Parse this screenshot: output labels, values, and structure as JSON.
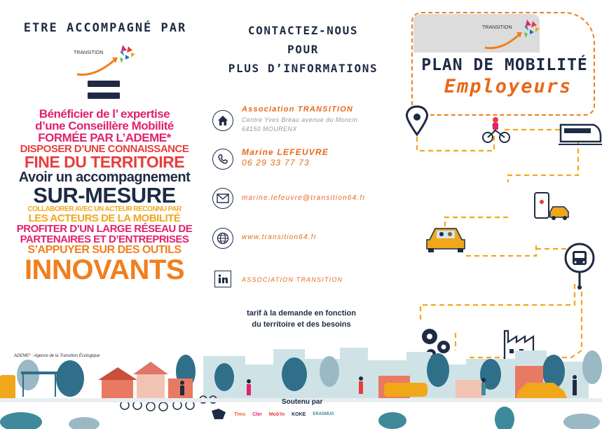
{
  "left": {
    "heading": "ETRE ACCOMPAGNÉ PAR",
    "logo_text": "TRANSITION",
    "benefits": [
      {
        "text": "Bénéficier de  l’ expertise",
        "color": "#e0226f",
        "size": 17
      },
      {
        "text": "d’une Conseillère Mobilité",
        "color": "#e0226f",
        "size": 17
      },
      {
        "text": "FORMÉE PAR L’ADEME*",
        "color": "#e0226f",
        "size": 17
      },
      {
        "text": "DISPOSER D’UNE CONNAISSANCE",
        "color": "#e83d3d",
        "size": 15
      },
      {
        "text": "FINE DU TERRITOIRE",
        "color": "#e83d3d",
        "size": 23
      },
      {
        "text": "Avoir un accompagnement",
        "color": "#1f2a44",
        "size": 20
      },
      {
        "text": "SUR-MESURE",
        "color": "#1f2a44",
        "size": 31
      },
      {
        "text": "COLLABORER AVEC UN ACTEUR RECONNU PAR",
        "color": "#f1a71a",
        "size": 10
      },
      {
        "text": "LES ACTEURS DE LA MOBILITÉ",
        "color": "#f1a71a",
        "size": 15
      },
      {
        "text": "PROFITER D’UN LARGE RÉSEAU DE",
        "color": "#e0226f",
        "size": 15
      },
      {
        "text": "PARTENAIRES ET D’ENTREPRISES",
        "color": "#e0226f",
        "size": 15
      },
      {
        "text": "S’APPUYER SUR DES OUTILS",
        "color": "#f07f1d",
        "size": 16
      },
      {
        "text": "INNOVANTS",
        "color": "#f07f1d",
        "size": 40
      }
    ],
    "ademe_note": "ADEME* : Agence de la Transition Écologique"
  },
  "middle": {
    "heading_lines": [
      "CONTACTEZ-NOUS",
      "POUR",
      "PLUS D’INFORMATIONS"
    ],
    "contacts": [
      {
        "icon": "home-icon",
        "lines": [
          "Association TRANSITION",
          "Centre Yves Bréau avenue du Moncin",
          "64150 MOURENX"
        ]
      },
      {
        "icon": "phone-icon",
        "lines": [
          "Marine LEFEUVRE",
          "06 29 33 77 73"
        ]
      },
      {
        "icon": "mail-icon",
        "lines": [
          "marine.lefeuvre@transition64.fr"
        ]
      },
      {
        "icon": "globe-icon",
        "lines": [
          "www.transition64.fr"
        ]
      },
      {
        "icon": "linkedin-icon",
        "lines": [
          "ASSOCIATION TRANSITION"
        ]
      }
    ],
    "tarif_lines": [
      "tarif à la demande en fonction",
      "du territoire et des besoins"
    ]
  },
  "right": {
    "logo_text": "TRANSITION",
    "title_line1": "PLAN DE MOBILITÉ",
    "title_line2": "Employeurs"
  },
  "footer": {
    "soutenu": "Soutenu par",
    "sponsors": [
      "Tims",
      "Cler",
      "Mob'In",
      "KOKE",
      "ERASMUS"
    ]
  },
  "colors": {
    "navy": "#1f2a44",
    "orange": "#f07f1d",
    "pink": "#e0226f",
    "yellow": "#f1a71a",
    "teal": "#3e8a9a"
  }
}
